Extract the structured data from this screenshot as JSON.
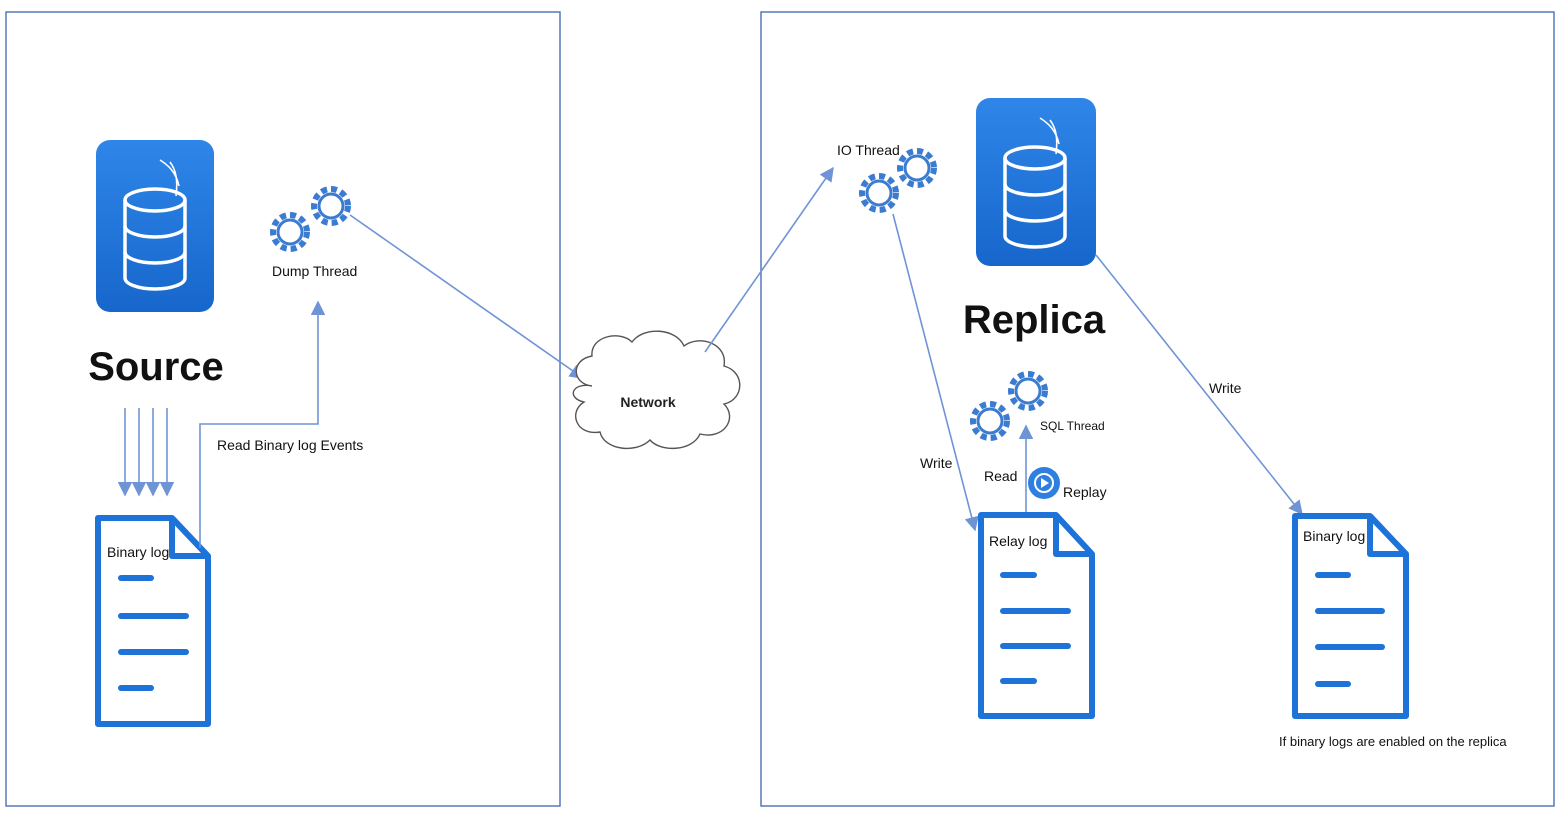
{
  "source": {
    "title": "Source",
    "dump_thread_label": "Dump Thread",
    "read_events_label": "Read Binary log Events",
    "binary_log_label": "Binary log",
    "db_icon": "mysql-database-icon"
  },
  "network": {
    "label": "Network",
    "icon": "cloud-icon"
  },
  "replica": {
    "title": "Replica",
    "io_thread_label": "IO Thread",
    "sql_thread_label": "SQL Thread",
    "relay_log_label": "Relay log",
    "binary_log_label": "Binary log",
    "write_relay_label": "Write",
    "write_binlog_label": "Write",
    "read_label": "Read",
    "replay_label": "Replay",
    "binlog_note": "If binary logs are enabled on the replica",
    "db_icon": "mysql-database-icon"
  },
  "colors": {
    "accent": "#1e73d9",
    "arrow": "#6f94d6",
    "border": "#4a6fb5"
  }
}
